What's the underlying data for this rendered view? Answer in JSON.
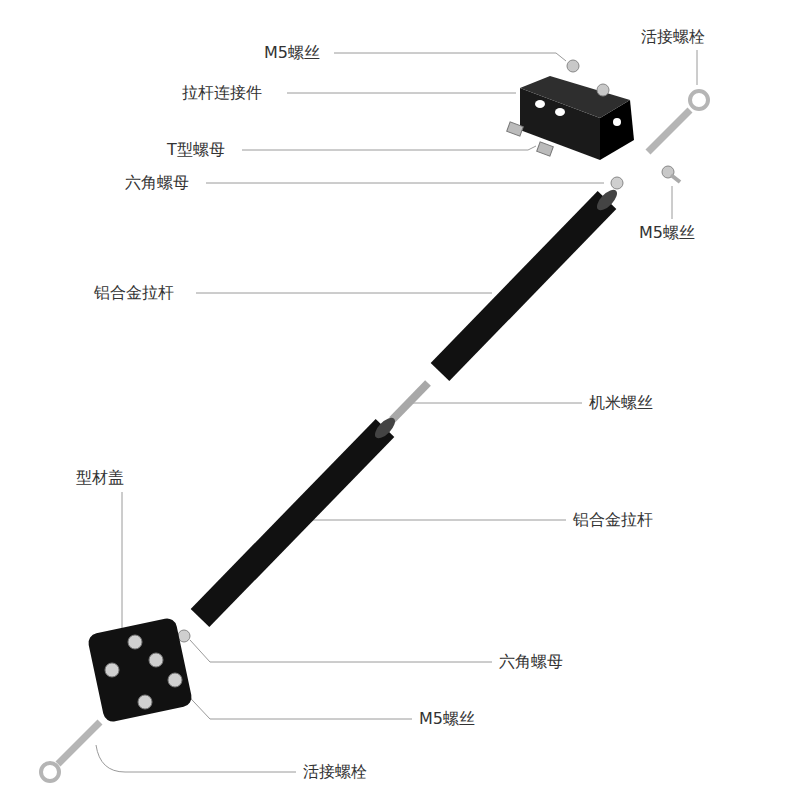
{
  "diagram": {
    "labels": [
      "M5螺丝",
      "活接螺栓",
      "拉杆连接件",
      "T型螺母",
      "六角螺母",
      "M5螺丝",
      "铝合金拉杆",
      "机米螺丝",
      "铝合金拉杆",
      "型材盖",
      "六角螺母",
      "M5螺丝",
      "活接螺栓"
    ]
  }
}
